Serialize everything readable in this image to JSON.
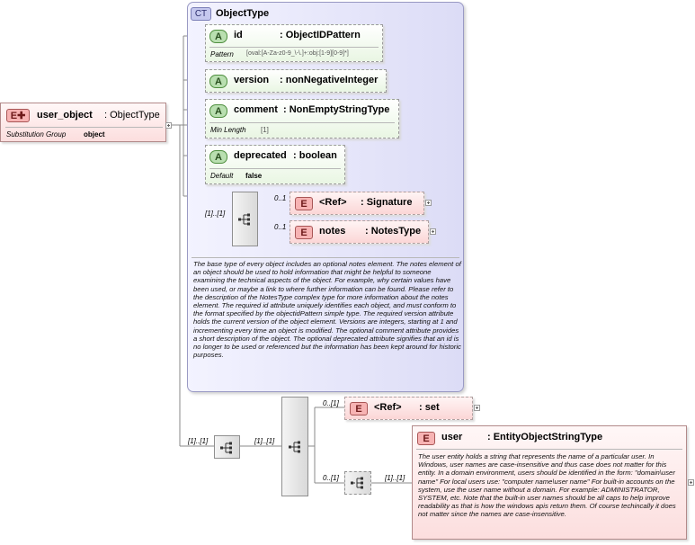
{
  "root_element": {
    "badge": "E",
    "name": "user_object",
    "type": ": ObjectType",
    "substitution_label": "Substitution Group",
    "substitution_value": "object"
  },
  "complex_type": {
    "badge": "CT",
    "name": "ObjectType",
    "attributes": {
      "id": {
        "badge": "A",
        "name": "id",
        "type": ": ObjectIDPattern",
        "prop_label": "Pattern",
        "prop_value": "[oval:[A-Za-z0-9_\\-\\.]+:obj:[1-9][0-9]*]"
      },
      "version": {
        "badge": "A",
        "name": "version",
        "type": ": nonNegativeInteger"
      },
      "comment": {
        "badge": "A",
        "name": "comment",
        "type": ": NonEmptyStringType",
        "prop_label": "Min Length",
        "prop_value": "[1]"
      },
      "deprecated": {
        "badge": "A",
        "name": "deprecated",
        "type": ": boolean",
        "prop_label": "Default",
        "prop_value": "false"
      }
    },
    "sequence_card": "[1]..[1]",
    "signature": {
      "badge": "E",
      "name": "<Ref>",
      "type": ": Signature",
      "card": "0..1"
    },
    "notes": {
      "badge": "E",
      "name": "notes",
      "type": ": NotesType",
      "card": "0..1"
    },
    "documentation": "The base type of every object includes an optional notes element. The notes element of an object should be used to hold information that might be helpful to someone examining the technical aspects of the object. For example, why certain values have been used, or maybe a link to where further information can be found. Please refer to the description of the NotesType complex type for more information about the notes element. The required id attribute uniquely identifies each object, and must conform to the format specified by the objectidPattern simple type. The required version attribute holds the current version of the object element. Versions are integers, starting at 1 and incrementing every time an object is modified. The optional comment attribute provides a short description of the object. The optional deprecated attribute signifies that an id is no longer to be used or referenced but the information has been kept around for historic purposes."
  },
  "extension": {
    "seq1_card": "[1]..[1]",
    "seq2_card": "[1]..[1]",
    "set": {
      "badge": "E",
      "name": "<Ref>",
      "type": ": set",
      "card": "0..[1]"
    },
    "choice_card": "0..[1]",
    "user": {
      "badge": "E",
      "name": "user",
      "type": ": EntityObjectStringType",
      "card": "[1]..[1]",
      "documentation": "The user entity holds a string that represents the name of a particular user. In Windows, user names are case-insensitive and thus case does not matter for this entity. In a domain environment, users should be identified in the form: \"domain\\user name\" For local users use: \"computer name\\user name\" For built-in accounts on the system, use the user name without a domain. For example: ADMINISTRATOR, SYSTEM, etc. Note that the built-in user names should be all caps to help improve readability as that is how the windows apis return them. Of course techincally it does not matter since the names are case-insensitive."
    }
  }
}
